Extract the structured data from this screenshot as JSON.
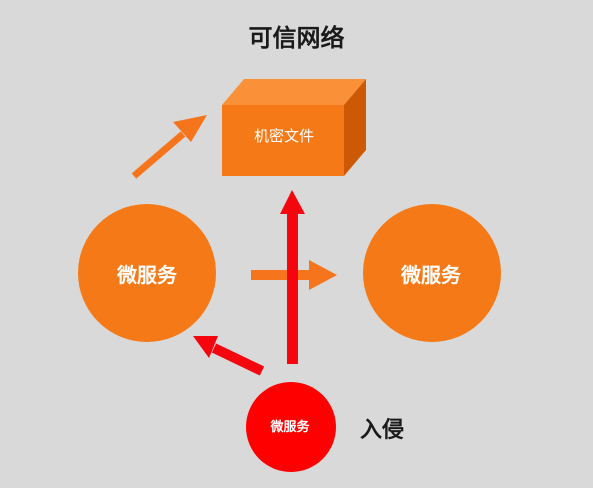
{
  "title": "可信网络",
  "cube": {
    "label": "机密文件"
  },
  "services": {
    "left": "微服务",
    "right": "微服务",
    "attacker": "微服务"
  },
  "intrusion_label": "入侵",
  "colors": {
    "orange": "#f57a17",
    "cube_top": "#fa9138",
    "cube_side": "#cc5a05",
    "arrow_orange": "#f5741c",
    "red": "#ff0000",
    "arrow_red": "#f5060f"
  }
}
